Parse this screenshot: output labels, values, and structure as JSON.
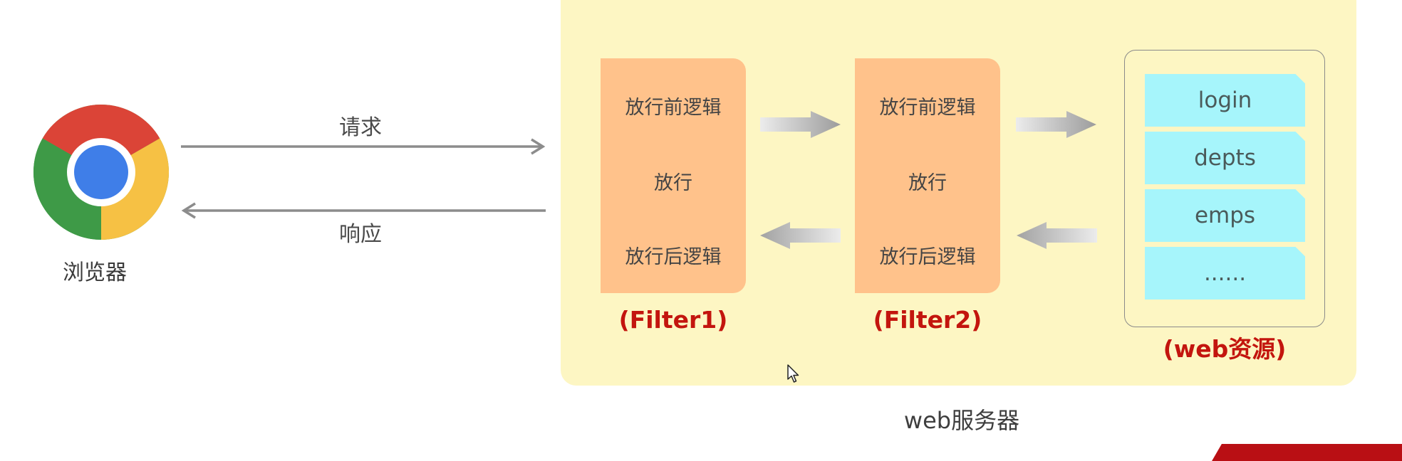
{
  "browser": {
    "label": "浏览器"
  },
  "arrows": {
    "request_label": "请求",
    "response_label": "响应"
  },
  "server": {
    "label": "web服务器"
  },
  "filters": [
    {
      "before": "放行前逻辑",
      "pass": "放行",
      "after": "放行后逻辑",
      "name": "(Filter1)"
    },
    {
      "before": "放行前逻辑",
      "pass": "放行",
      "after": "放行后逻辑",
      "name": "(Filter2)"
    }
  ],
  "resources": {
    "items": [
      "login",
      "depts",
      "emps",
      "......"
    ],
    "label": "(web资源)"
  },
  "colors": {
    "server_bg": "#fdf6c3",
    "filter_box": "#ffc28b",
    "resource_item": "#a6f5fb",
    "label_red": "#c3150e"
  }
}
